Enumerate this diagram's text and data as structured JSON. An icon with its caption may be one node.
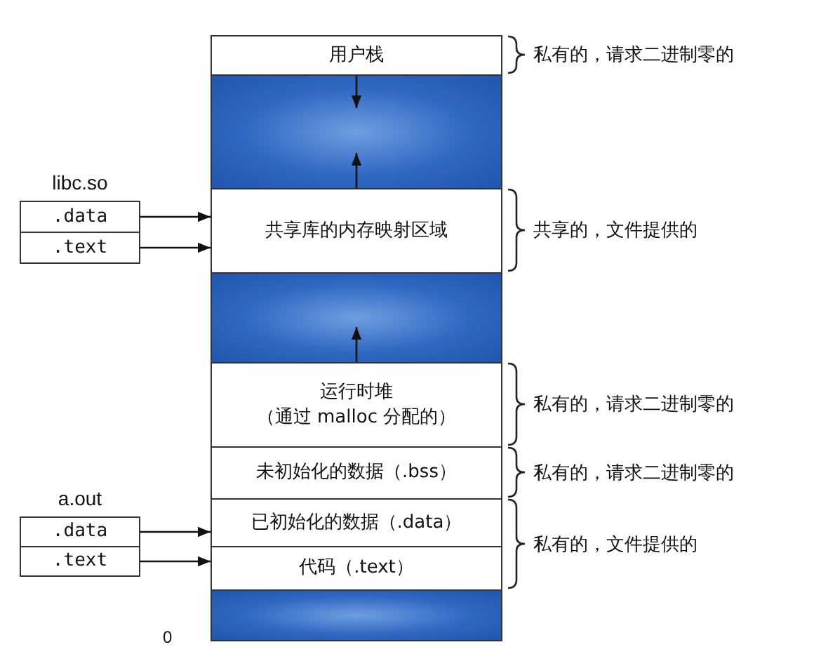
{
  "diagram": {
    "nodes": [
      {
        "text": [
          "用户栈"
        ]
      },
      {
        "text": [],
        "shape": "bar"
      },
      {
        "text": [
          "共享库的内存映射区域"
        ]
      },
      {
        "text": [],
        "shape": "bar"
      },
      {
        "text": [
          "运行时堆",
          "（通过 malloc 分配的）"
        ]
      },
      {
        "text": [
          "未初始化的数据（.bss）"
        ]
      },
      {
        "text": [
          "已初始化的数据（.data）"
        ]
      },
      {
        "text": [
          "代码（.text）"
        ]
      },
      {
        "text": [],
        "shape": "bar"
      },
      {
        "text": [
          "libc.so"
        ]
      },
      {
        "text": [
          ".data"
        ],
        "in": 9
      },
      {
        "text": [
          ".text"
        ],
        "in": 9
      },
      {
        "text": [
          "a.out"
        ]
      },
      {
        "text": [
          ".data"
        ],
        "in": 12
      },
      {
        "text": [
          ".text"
        ],
        "in": 12
      }
    ],
    "edges": [
      {
        "from": 0,
        "to": 1,
        "arrow": "to"
      },
      {
        "from": 2,
        "to": 1,
        "arrow": "to"
      },
      {
        "from": 4,
        "to": 3,
        "arrow": "to"
      },
      {
        "from": 10,
        "to": 2,
        "arrow": "to"
      },
      {
        "from": 11,
        "to": 2,
        "arrow": "to"
      },
      {
        "from": 13,
        "to": 6,
        "arrow": "to"
      },
      {
        "from": 14,
        "to": 7,
        "arrow": "to"
      }
    ],
    "labels": [
      "私有的，请求二进制零的",
      "共享的，文件提供的",
      "私有的，请求二进制零的",
      "私有的，请求二进制零的",
      "私有的，文件提供的",
      "0"
    ]
  }
}
